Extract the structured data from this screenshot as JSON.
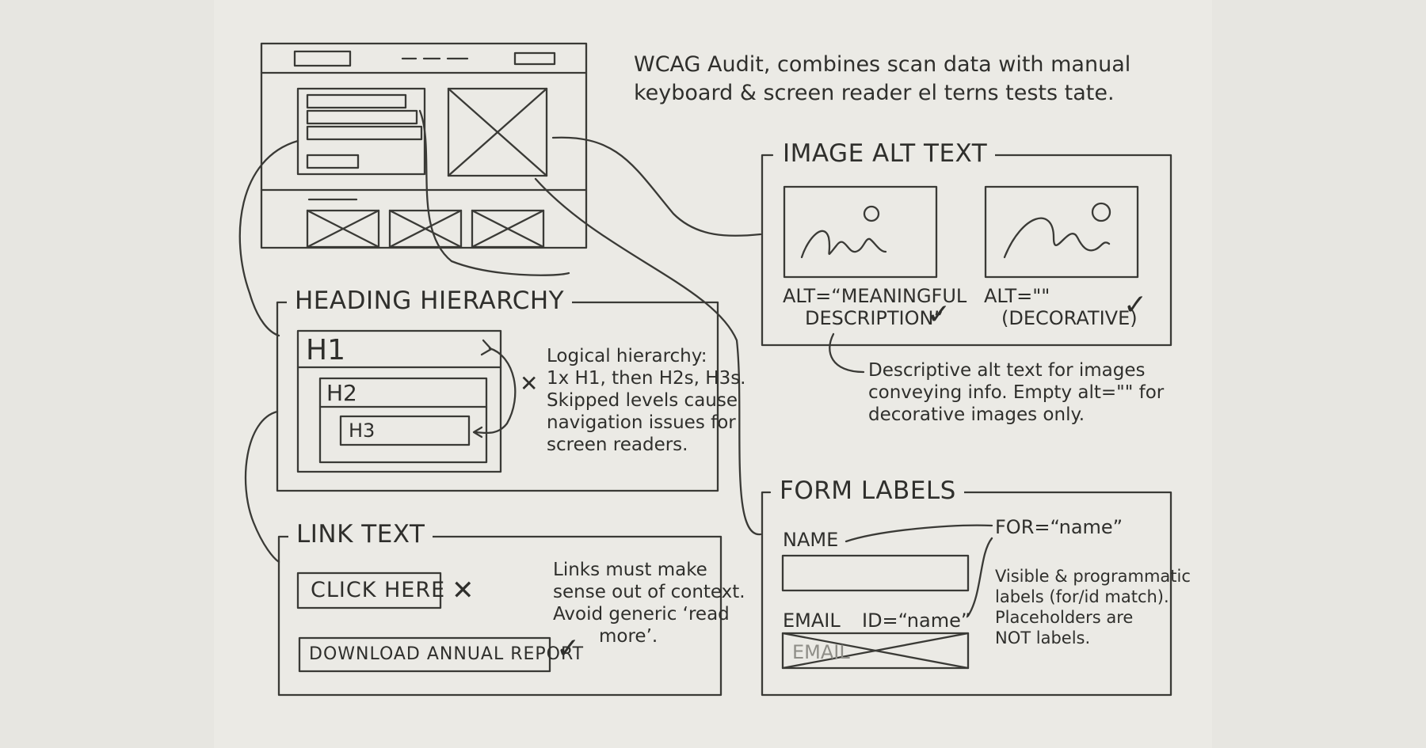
{
  "intro": {
    "line1": "WCAG Audit, combines scan data with manual",
    "line2": "keyboard & screen reader el terns tests tate."
  },
  "image_alt": {
    "title": "IMAGE ALT TEXT",
    "alt1_line1": "ALT=“MEANINGFUL",
    "alt1_line2": "DESCRIPTION”",
    "alt2_line1": "ALT=\"\"",
    "alt2_line2": "(DECORATIVE)",
    "note_line1": "Descriptive alt text for images",
    "note_line2": "conveying info. Empty alt=\"\" for",
    "note_line3": "decorative images only."
  },
  "heading": {
    "title": "HEADING HIERARCHY",
    "h1": "H1",
    "h2": "H2",
    "h3": "H3",
    "note_line1": "Logical hierarchy:",
    "note_line2": "1x H1, then H2s, H3s.",
    "note_line3": "Skipped levels cause",
    "note_line4": "navigation issues for",
    "note_line5": "screen readers."
  },
  "link_text": {
    "title": "LINK TEXT",
    "bad_link": "CLICK HERE",
    "good_link": "DOWNLOAD ANNUAL REPORT",
    "note_line1": "Links must make",
    "note_line2": "sense out of context.",
    "note_line3": "Avoid generic ‘read",
    "note_line4": "more’."
  },
  "form_labels": {
    "title": "FORM LABELS",
    "name_label": "NAME",
    "email_label": "EMAIL",
    "id_attr": "ID=“name”",
    "for_attr": "FOR=“name”",
    "email_placeholder": "EMAIL",
    "note_line1": "Visible & programmatic",
    "note_line2": "labels (for/id match).",
    "note_line3": "Placeholders are",
    "note_line4": "NOT labels."
  },
  "marks": {
    "check": "✓",
    "cross": "✕"
  },
  "colors": {
    "background": "#ebeae5",
    "ink": "#2f2f2c"
  }
}
